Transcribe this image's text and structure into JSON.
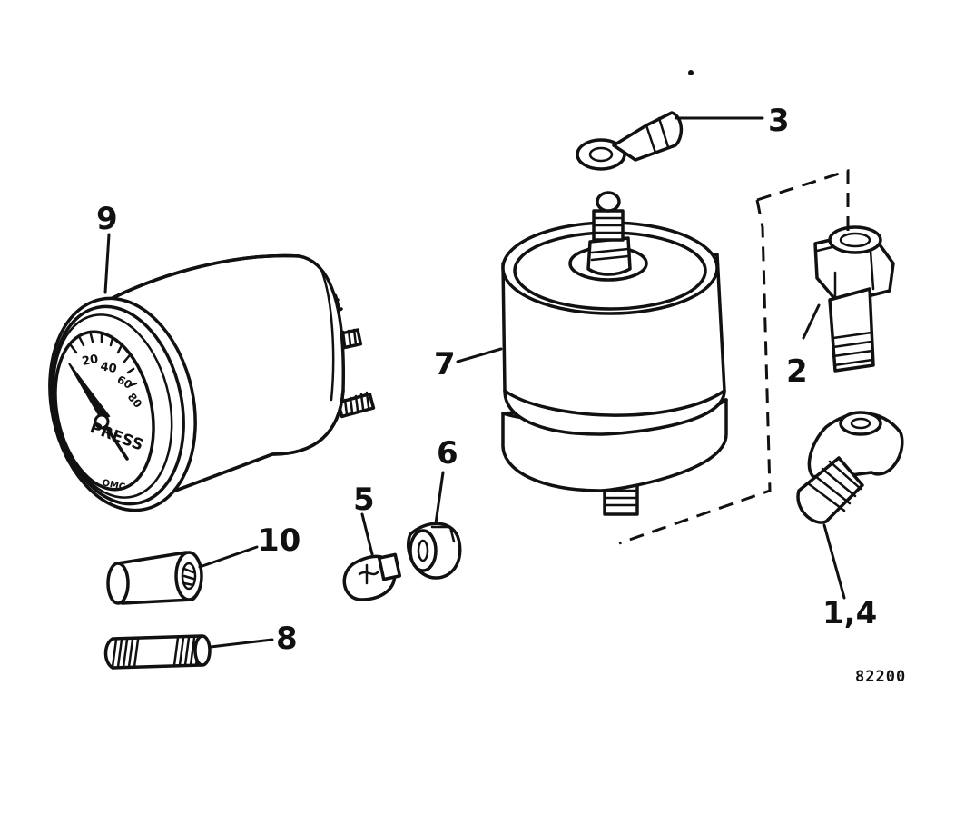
{
  "callouts": {
    "part_9": "9",
    "part_10": "10",
    "part_8": "8",
    "part_5": "5",
    "part_6": "6",
    "part_7": "7",
    "part_3": "3",
    "part_2": "2",
    "part_1_4": "1,4"
  },
  "gauge": {
    "scale_20": "20",
    "scale_40": "40",
    "scale_60": "60",
    "scale_80": "80",
    "label": "PRESS",
    "brand": "OMC"
  },
  "figure_code": "82200"
}
